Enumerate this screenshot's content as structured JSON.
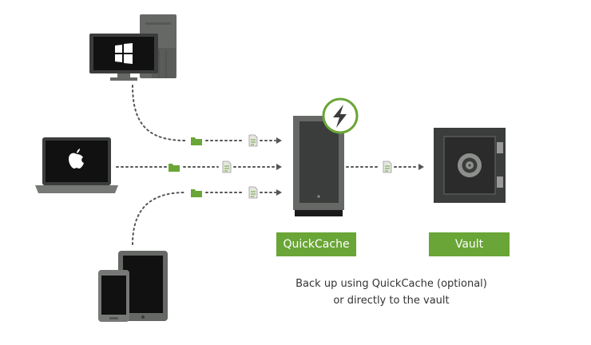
{
  "diagram": {
    "sources": [
      "windows-desktop",
      "apple-laptop",
      "tablets"
    ],
    "cache": {
      "label": "QuickCache"
    },
    "destination": {
      "label": "Vault"
    },
    "caption": {
      "line1": "Back up using QuickCache (optional)",
      "line2": "or directly to the vault"
    },
    "colors": {
      "accent": "#6aa537",
      "device_dark": "#3b3d3c",
      "device_gray": "#666866",
      "screen": "#111111",
      "connector": "#555555"
    },
    "icons": [
      "windows-logo-icon",
      "apple-logo-icon",
      "folder-icon",
      "document-icon",
      "lightning-bolt-icon",
      "vault-dial-icon"
    ]
  }
}
